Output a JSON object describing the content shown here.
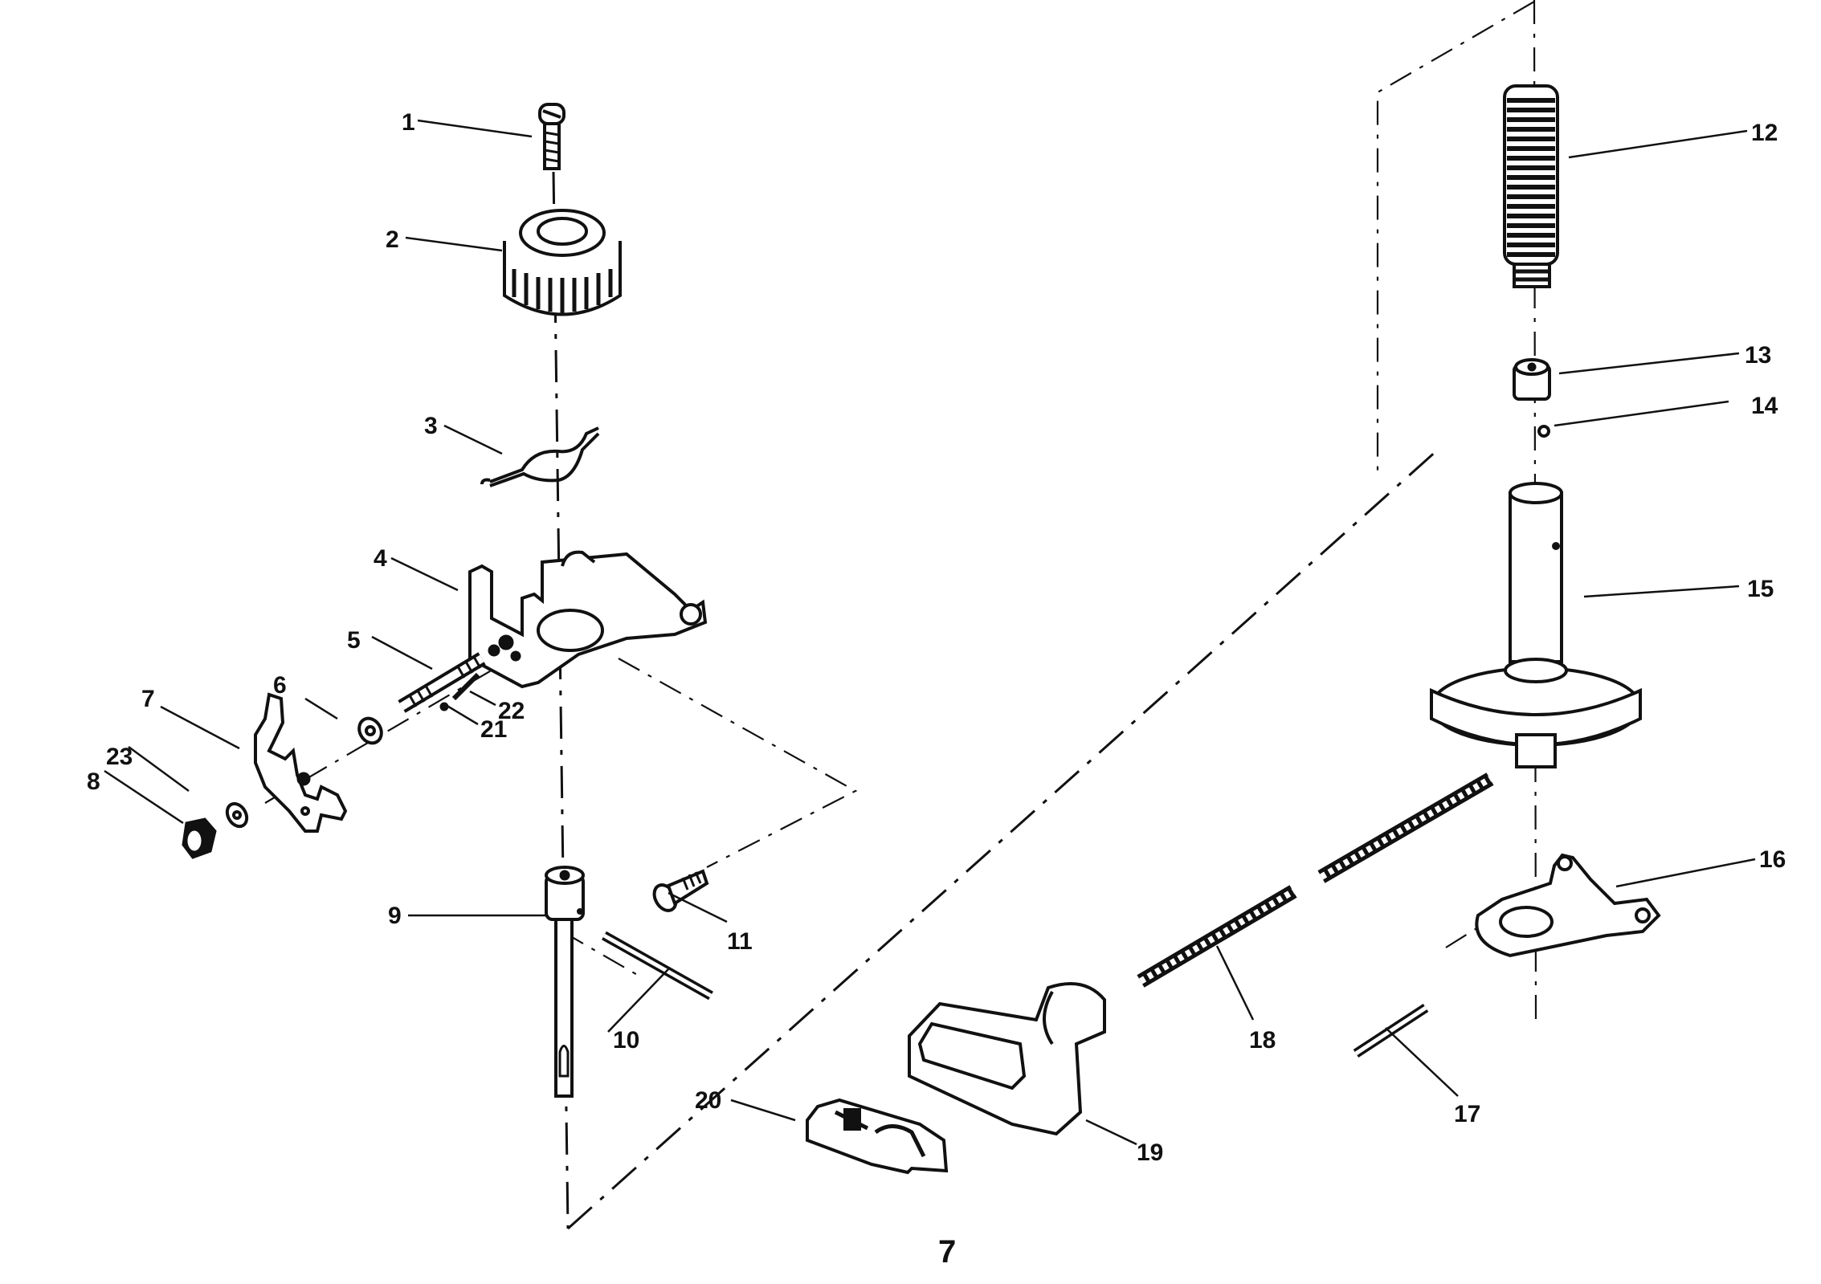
{
  "diagram": {
    "type": "exploded-parts-diagram",
    "page_number": "7",
    "callouts": [
      {
        "id": "1",
        "part": "screw"
      },
      {
        "id": "2",
        "part": "bevel-gear"
      },
      {
        "id": "3",
        "part": "spring-clip"
      },
      {
        "id": "4",
        "part": "bracket-frame"
      },
      {
        "id": "5",
        "part": "threaded-stud"
      },
      {
        "id": "6",
        "part": "washer"
      },
      {
        "id": "7",
        "part": "cam-plate"
      },
      {
        "id": "8",
        "part": "nut"
      },
      {
        "id": "9",
        "part": "shaft-with-collar"
      },
      {
        "id": "10",
        "part": "pin"
      },
      {
        "id": "11",
        "part": "bolt"
      },
      {
        "id": "12",
        "part": "threaded-sleeve"
      },
      {
        "id": "13",
        "part": "coupling"
      },
      {
        "id": "14",
        "part": "ball"
      },
      {
        "id": "15",
        "part": "pulley-shaft"
      },
      {
        "id": "16",
        "part": "lever-arm"
      },
      {
        "id": "17",
        "part": "pin"
      },
      {
        "id": "18",
        "part": "drive-belt"
      },
      {
        "id": "19",
        "part": "handle"
      },
      {
        "id": "20",
        "part": "clip-block"
      },
      {
        "id": "21",
        "part": "ball"
      },
      {
        "id": "22",
        "part": "spring"
      },
      {
        "id": "23",
        "part": "washer"
      }
    ]
  }
}
